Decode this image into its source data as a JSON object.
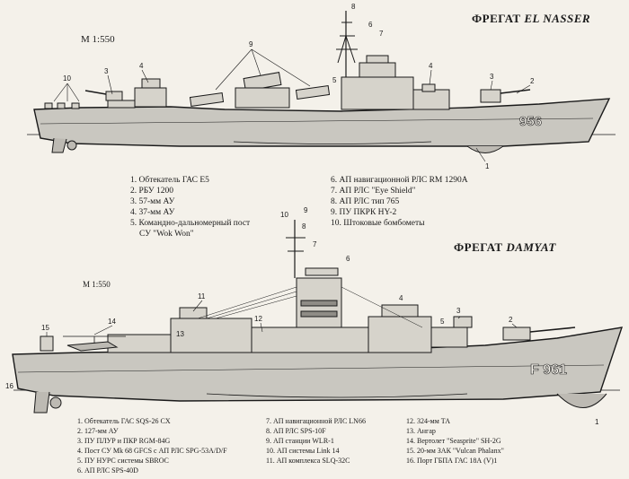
{
  "ship1": {
    "title_prefix": "ФРЕГАТ",
    "title_name": "EL NASSER",
    "scale": "М 1:550",
    "hull_number": "956",
    "legend_col1": [
      "1. Обтекатель ГАС Е5",
      "2. РБУ 1200",
      "3. 57-мм АУ",
      "4. 37-мм АУ",
      "5. Командно-дальномерный пост",
      "СУ \"Wok Won\""
    ],
    "legend_col2": [
      "6. АП навигационной РЛС RM 1290A",
      "7. АП РЛС \"Eye Shield\"",
      "8. АП РЛС тип 765",
      "9. ПУ ПКРК HY-2",
      "10. Штоковые бомбометы"
    ]
  },
  "ship2": {
    "title_prefix": "ФРЕГАТ",
    "title_name": "DAMYAT",
    "scale": "М 1:550",
    "hull_number": "F 961",
    "legend_col1": [
      "1. Обтекатель ГАС SQS-26 CX",
      "2. 127-мм АУ",
      "3. ПУ ПЛУР и ПКР RGM-84G",
      "4. Пост СУ Mk 68 GFCS с АП РЛС SPG-53A/D/F",
      "5. ПУ НУРС системы SBROC",
      "6. АП РЛС SPS-40D"
    ],
    "legend_col2": [
      "7. АП навигационной РЛС LN66",
      "8. АП РЛС SPS-10F",
      "9. АП станции WLR-1",
      "10. АП системы Link 14",
      "11. АП комплекса SLQ-32C"
    ],
    "legend_col3": [
      "12. 324-мм ТА",
      "13. Ангар",
      "14. Вертолет \"Seasprite\" SH-2G",
      "15. 20-мм ЗАК \"Vulcan Phalanx\"",
      "16. Порт ГБПА ГАС 18А (V)1"
    ]
  },
  "callouts_ship1": [
    "1",
    "2",
    "3",
    "4",
    "4",
    "5",
    "6",
    "7",
    "8",
    "9",
    "10"
  ],
  "callouts_ship2": [
    "1",
    "2",
    "3",
    "4",
    "5",
    "6",
    "7",
    "8",
    "9",
    "10",
    "11",
    "12",
    "13",
    "14",
    "15",
    "16"
  ]
}
